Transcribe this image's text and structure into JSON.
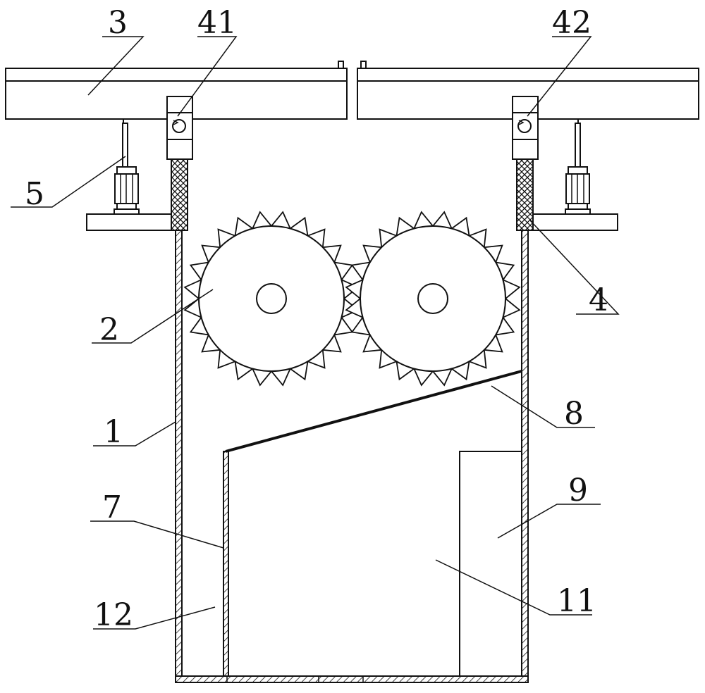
{
  "labels": {
    "l1": "1",
    "l2": "2",
    "l3": "3",
    "l4": "4",
    "l5": "5",
    "l7": "7",
    "l8": "8",
    "l9": "9",
    "l11": "11",
    "l12": "12",
    "l41": "41",
    "l42": "42"
  }
}
